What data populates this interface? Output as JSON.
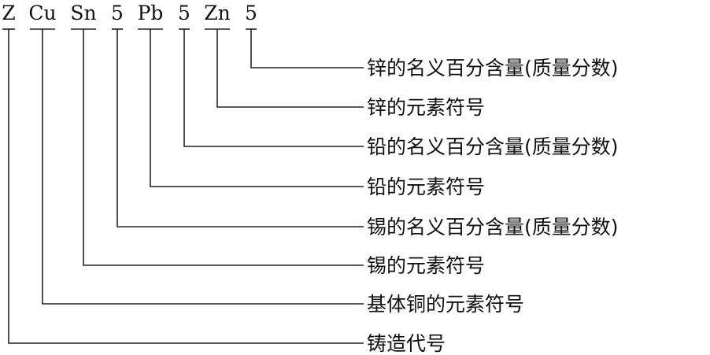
{
  "code_tokens": [
    {
      "id": "z",
      "text": "Z"
    },
    {
      "id": "cu",
      "text": "Cu"
    },
    {
      "id": "sn",
      "text": "Sn"
    },
    {
      "id": "n1",
      "text": "5"
    },
    {
      "id": "pb",
      "text": "Pb"
    },
    {
      "id": "n2",
      "text": "5"
    },
    {
      "id": "zn",
      "text": "Zn"
    },
    {
      "id": "n3",
      "text": "5"
    }
  ],
  "labels": [
    {
      "token": "n3",
      "text": "锌的名义百分含量(质量分数)"
    },
    {
      "token": "zn",
      "text": "锌的元素符号"
    },
    {
      "token": "n2",
      "text": "铅的名义百分含量(质量分数)"
    },
    {
      "token": "pb",
      "text": "铅的元素符号"
    },
    {
      "token": "n1",
      "text": "锡的名义百分含量(质量分数)"
    },
    {
      "token": "sn",
      "text": "锡的元素符号"
    },
    {
      "token": "cu",
      "text": "基体铜的元素符号"
    },
    {
      "token": "z",
      "text": "铸造代号"
    }
  ]
}
